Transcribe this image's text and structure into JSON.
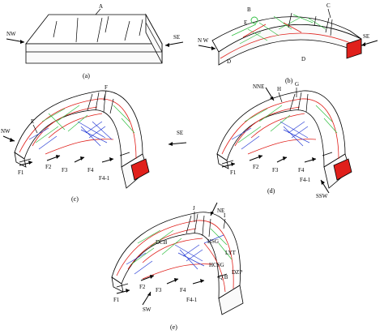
{
  "panels": {
    "a": {
      "caption": "(a)",
      "labels": {
        "nw": "NW",
        "se": "SE",
        "A": "A"
      }
    },
    "b": {
      "caption": "(b)",
      "labels": {
        "nw": "N W",
        "se": "SE",
        "B": "B",
        "C": "C",
        "D_left": "D",
        "D_right": "D",
        "E": "E"
      }
    },
    "c": {
      "caption": "(c)",
      "labels": {
        "nw": "NW",
        "se": "SE",
        "E": "E",
        "F": "F",
        "F1": "F1",
        "F2": "F2",
        "F3": "F3",
        "F4": "F4",
        "F4_1": "F4-1"
      }
    },
    "d": {
      "caption": "(d)",
      "labels": {
        "nne": "NNE",
        "ssw": "SSW",
        "H": "H",
        "G": "G",
        "F1": "F1",
        "F2": "F2",
        "F3": "F3",
        "F4": "F4",
        "F4_1": "F4-1"
      }
    },
    "e": {
      "caption": "(e)",
      "labels": {
        "ne": "NE",
        "sw": "SW",
        "J": "J",
        "I": "I",
        "DCB": "DCB",
        "HSG": "HSG",
        "LYT": "LYT",
        "HCSG": "HCSG",
        "DZP": "DZP",
        "QB": "Q B",
        "F1": "F1",
        "F2": "F2",
        "F3": "F3",
        "F4": "F4",
        "F4_1": "F4-1"
      }
    }
  },
  "colors": {
    "fracture_red": "#e0201b",
    "fracture_green": "#2fbf3f",
    "fracture_blue": "#2a3fd6",
    "block_red": "#e0201b",
    "outline": "#000000"
  }
}
